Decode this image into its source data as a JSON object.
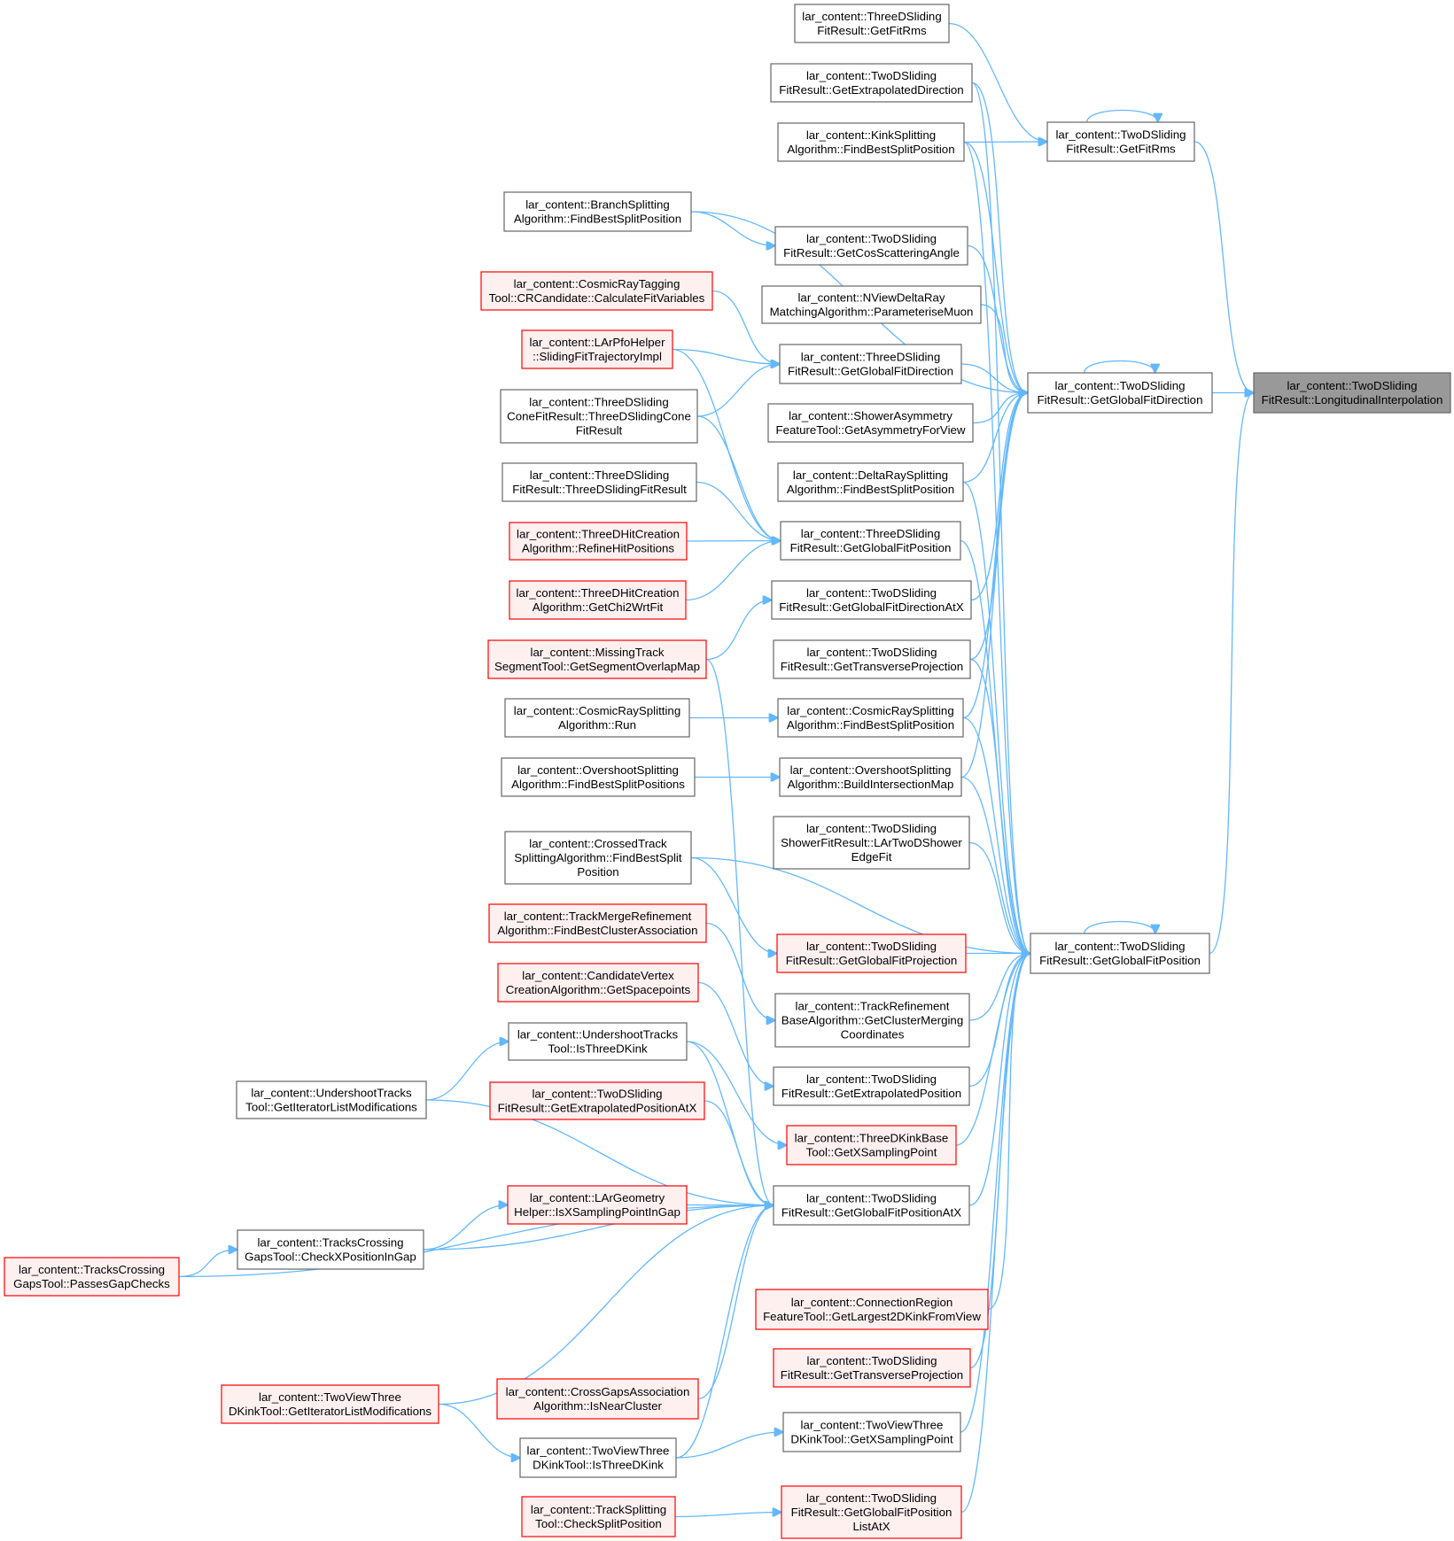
{
  "colors": {
    "edge": "#63b8ff",
    "node_border": "#666666",
    "node_fill": "#ffffff",
    "truncated_border": "#ff0000",
    "truncated_fill": "#fff0f0",
    "root_fill": "#999999"
  },
  "nodes": {
    "root": {
      "lines": [
        "lar_content::TwoDSliding",
        "FitResult::LongitudinalInterpolation"
      ],
      "style": "root"
    },
    "getGlobalFitDirection": {
      "lines": [
        "lar_content::TwoDSliding",
        "FitResult::GetGlobalFitDirection"
      ],
      "style": "normal"
    },
    "getGlobalFitPosition": {
      "lines": [
        "lar_content::TwoDSliding",
        "FitResult::GetGlobalFitPosition"
      ],
      "style": "normal"
    },
    "getFitRms2D": {
      "lines": [
        "lar_content::TwoDSliding",
        "FitResult::GetFitRms"
      ],
      "style": "normal"
    },
    "getFitRms3D": {
      "lines": [
        "lar_content::ThreeDSliding",
        "FitResult::GetFitRms"
      ],
      "style": "normal"
    },
    "getExtrapolatedDirection": {
      "lines": [
        "lar_content::TwoDSliding",
        "FitResult::GetExtrapolatedDirection"
      ],
      "style": "normal"
    },
    "kinkFindBestSplit": {
      "lines": [
        "lar_content::KinkSplitting",
        "Algorithm::FindBestSplitPosition"
      ],
      "style": "normal"
    },
    "branchFindBestSplit": {
      "lines": [
        "lar_content::BranchSplitting",
        "Algorithm::FindBestSplitPosition"
      ],
      "style": "normal"
    },
    "getCosScatteringAngle": {
      "lines": [
        "lar_content::TwoDSliding",
        "FitResult::GetCosScatteringAngle"
      ],
      "style": "normal"
    },
    "crCandidate": {
      "lines": [
        "lar_content::CosmicRayTagging",
        "Tool::CRCandidate::CalculateFitVariables"
      ],
      "style": "truncated"
    },
    "nviewParameterise": {
      "lines": [
        "lar_content::NViewDeltaRay",
        "MatchingAlgorithm::ParameteriseMuon"
      ],
      "style": "normal"
    },
    "pfoSlidingFit": {
      "lines": [
        "lar_content::LArPfoHelper",
        "::SlidingFitTrajectoryImpl"
      ],
      "style": "truncated"
    },
    "threeDGlobalFitDirection": {
      "lines": [
        "lar_content::ThreeDSliding",
        "FitResult::GetGlobalFitDirection"
      ],
      "style": "normal"
    },
    "threeDConeFitResult": {
      "lines": [
        "lar_content::ThreeDSliding",
        "ConeFitResult::ThreeDSlidingCone",
        "FitResult"
      ],
      "style": "normal"
    },
    "showerAsymmetry": {
      "lines": [
        "lar_content::ShowerAsymmetry",
        "FeatureTool::GetAsymmetryForView"
      ],
      "style": "normal"
    },
    "threeDCtor": {
      "lines": [
        "lar_content::ThreeDSliding",
        "FitResult::ThreeDSlidingFitResult"
      ],
      "style": "normal"
    },
    "deltaRayFindBestSplit": {
      "lines": [
        "lar_content::DeltaRaySplitting",
        "Algorithm::FindBestSplitPosition"
      ],
      "style": "normal"
    },
    "refineHitPositions": {
      "lines": [
        "lar_content::ThreeDHitCreation",
        "Algorithm::RefineHitPositions"
      ],
      "style": "truncated"
    },
    "threeDGlobalFitPosition": {
      "lines": [
        "lar_content::ThreeDSliding",
        "FitResult::GetGlobalFitPosition"
      ],
      "style": "normal"
    },
    "getChi2WrtFit": {
      "lines": [
        "lar_content::ThreeDHitCreation",
        "Algorithm::GetChi2WrtFit"
      ],
      "style": "truncated"
    },
    "getGlobalFitDirectionAtX": {
      "lines": [
        "lar_content::TwoDSliding",
        "FitResult::GetGlobalFitDirectionAtX"
      ],
      "style": "normal"
    },
    "missingTrackSegment": {
      "lines": [
        "lar_content::MissingTrack",
        "SegmentTool::GetSegmentOverlapMap"
      ],
      "style": "truncated"
    },
    "getTransverseProjection": {
      "lines": [
        "lar_content::TwoDSliding",
        "FitResult::GetTransverseProjection"
      ],
      "style": "normal"
    },
    "cosmicRaySplitRun": {
      "lines": [
        "lar_content::CosmicRaySplitting",
        "Algorithm::Run"
      ],
      "style": "normal"
    },
    "cosmicRayFindBestSplit": {
      "lines": [
        "lar_content::CosmicRaySplitting",
        "Algorithm::FindBestSplitPosition"
      ],
      "style": "normal"
    },
    "overshootFindBestSplits": {
      "lines": [
        "lar_content::OvershootSplitting",
        "Algorithm::FindBestSplitPositions"
      ],
      "style": "normal"
    },
    "overshootBuildIntersection": {
      "lines": [
        "lar_content::OvershootSplitting",
        "Algorithm::BuildIntersectionMap"
      ],
      "style": "normal"
    },
    "showerEdgeFit": {
      "lines": [
        "lar_content::TwoDSliding",
        "ShowerFitResult::LArTwoDShower",
        "EdgeFit"
      ],
      "style": "normal"
    },
    "crossedTrackFindBestSplit": {
      "lines": [
        "lar_content::CrossedTrack",
        "SplittingAlgorithm::FindBestSplit",
        "Position"
      ],
      "style": "normal"
    },
    "trackMergeRefinement": {
      "lines": [
        "lar_content::TrackMergeRefinement",
        "Algorithm::FindBestClusterAssociation"
      ],
      "style": "truncated"
    },
    "getGlobalFitProjection": {
      "lines": [
        "lar_content::TwoDSliding",
        "FitResult::GetGlobalFitProjection"
      ],
      "style": "truncated"
    },
    "candidateVertex": {
      "lines": [
        "lar_content::CandidateVertex",
        "CreationAlgorithm::GetSpacepoints"
      ],
      "style": "truncated"
    },
    "trackRefinementBase": {
      "lines": [
        "lar_content::TrackRefinement",
        "BaseAlgorithm::GetClusterMerging",
        "Coordinates"
      ],
      "style": "normal"
    },
    "undershootIsThreeDKink": {
      "lines": [
        "lar_content::UndershootTracks",
        "Tool::IsThreeDKink"
      ],
      "style": "normal"
    },
    "getExtrapolatedPosition": {
      "lines": [
        "lar_content::TwoDSliding",
        "FitResult::GetExtrapolatedPosition"
      ],
      "style": "normal"
    },
    "undershootGetIterator": {
      "lines": [
        "lar_content::UndershootTracks",
        "Tool::GetIteratorListModifications"
      ],
      "style": "normal"
    },
    "getExtrapolatedPositionAtX": {
      "lines": [
        "lar_content::TwoDSliding",
        "FitResult::GetExtrapolatedPositionAtX"
      ],
      "style": "truncated"
    },
    "threeDKinkBase": {
      "lines": [
        "lar_content::ThreeDKinkBase",
        "Tool::GetXSamplingPoint"
      ],
      "style": "truncated"
    },
    "larGeometryHelper": {
      "lines": [
        "lar_content::LArGeometry",
        "Helper::IsXSamplingPointInGap"
      ],
      "style": "truncated"
    },
    "getGlobalFitPositionAtX": {
      "lines": [
        "lar_content::TwoDSliding",
        "FitResult::GetGlobalFitPositionAtX"
      ],
      "style": "normal"
    },
    "tracksCrossingCheck": {
      "lines": [
        "lar_content::TracksCrossing",
        "GapsTool::CheckXPositionInGap"
      ],
      "style": "normal"
    },
    "tracksCrossingPasses": {
      "lines": [
        "lar_content::TracksCrossing",
        "GapsTool::PassesGapChecks"
      ],
      "style": "truncated"
    },
    "connectionRegion": {
      "lines": [
        "lar_content::ConnectionRegion",
        "FeatureTool::GetLargest2DKinkFromView"
      ],
      "style": "truncated"
    },
    "getTransverseProjectionRed": {
      "lines": [
        "lar_content::TwoDSliding",
        "FitResult::GetTransverseProjection"
      ],
      "style": "truncated"
    },
    "twoViewGetIterator": {
      "lines": [
        "lar_content::TwoViewThree",
        "DKinkTool::GetIteratorListModifications"
      ],
      "style": "truncated"
    },
    "crossGapsIsNear": {
      "lines": [
        "lar_content::CrossGapsAssociation",
        "Algorithm::IsNearCluster"
      ],
      "style": "truncated"
    },
    "twoViewGetXSampling": {
      "lines": [
        "lar_content::TwoViewThree",
        "DKinkTool::GetXSamplingPoint"
      ],
      "style": "normal"
    },
    "twoViewIsThreeDKink": {
      "lines": [
        "lar_content::TwoViewThree",
        "DKinkTool::IsThreeDKink"
      ],
      "style": "normal"
    },
    "trackSplittingCheck": {
      "lines": [
        "lar_content::TrackSplitting",
        "Tool::CheckSplitPosition"
      ],
      "style": "truncated"
    },
    "getGlobalFitPositionListAtX": {
      "lines": [
        "lar_content::TwoDSliding",
        "FitResult::GetGlobalFitPosition",
        "ListAtX"
      ],
      "style": "truncated"
    }
  },
  "edges": [
    [
      "getGlobalFitDirection",
      "root"
    ],
    [
      "getGlobalFitPosition",
      "root"
    ],
    [
      "getFitRms2D",
      "root"
    ],
    [
      "getFitRms3D",
      "getFitRms2D"
    ],
    [
      "kinkFindBestSplit",
      "getFitRms2D"
    ],
    [
      "getFitRms2D",
      "getFitRms2D"
    ],
    [
      "getExtrapolatedDirection",
      "getGlobalFitDirection"
    ],
    [
      "kinkFindBestSplit",
      "getGlobalFitDirection"
    ],
    [
      "branchFindBestSplit",
      "getGlobalFitDirection"
    ],
    [
      "getCosScatteringAngle",
      "getGlobalFitDirection"
    ],
    [
      "nviewParameterise",
      "getGlobalFitDirection"
    ],
    [
      "threeDGlobalFitDirection",
      "getGlobalFitDirection"
    ],
    [
      "showerAsymmetry",
      "getGlobalFitDirection"
    ],
    [
      "deltaRayFindBestSplit",
      "getGlobalFitDirection"
    ],
    [
      "getGlobalFitDirectionAtX",
      "getGlobalFitDirection"
    ],
    [
      "getTransverseProjection",
      "getGlobalFitDirection"
    ],
    [
      "cosmicRayFindBestSplit",
      "getGlobalFitDirection"
    ],
    [
      "overshootBuildIntersection",
      "getGlobalFitDirection"
    ],
    [
      "getGlobalFitDirection",
      "getGlobalFitDirection"
    ],
    [
      "branchFindBestSplit",
      "getCosScatteringAngle"
    ],
    [
      "crCandidate",
      "threeDGlobalFitDirection"
    ],
    [
      "pfoSlidingFit",
      "threeDGlobalFitDirection"
    ],
    [
      "threeDConeFitResult",
      "threeDGlobalFitDirection"
    ],
    [
      "pfoSlidingFit",
      "threeDGlobalFitPosition"
    ],
    [
      "threeDCtor",
      "threeDGlobalFitPosition"
    ],
    [
      "refineHitPositions",
      "threeDGlobalFitPosition"
    ],
    [
      "getChi2WrtFit",
      "threeDGlobalFitPosition"
    ],
    [
      "threeDConeFitResult",
      "threeDGlobalFitPosition"
    ],
    [
      "missingTrackSegment",
      "getGlobalFitDirectionAtX"
    ],
    [
      "cosmicRaySplitRun",
      "cosmicRayFindBestSplit"
    ],
    [
      "overshootFindBestSplits",
      "overshootBuildIntersection"
    ],
    [
      "getExtrapolatedDirection",
      "getGlobalFitPosition"
    ],
    [
      "kinkFindBestSplit",
      "getGlobalFitPosition"
    ],
    [
      "deltaRayFindBestSplit",
      "getGlobalFitPosition"
    ],
    [
      "threeDGlobalFitPosition",
      "getGlobalFitPosition"
    ],
    [
      "getTransverseProjection",
      "getGlobalFitPosition"
    ],
    [
      "cosmicRayFindBestSplit",
      "getGlobalFitPosition"
    ],
    [
      "overshootBuildIntersection",
      "getGlobalFitPosition"
    ],
    [
      "showerEdgeFit",
      "getGlobalFitPosition"
    ],
    [
      "crossedTrackFindBestSplit",
      "getGlobalFitPosition"
    ],
    [
      "crossedTrackFindBestSplit",
      "getGlobalFitProjection"
    ],
    [
      "getGlobalFitProjection",
      "getGlobalFitPosition"
    ],
    [
      "trackMergeRefinement",
      "trackRefinementBase"
    ],
    [
      "trackRefinementBase",
      "getGlobalFitPosition"
    ],
    [
      "candidateVertex",
      "getExtrapolatedPosition"
    ],
    [
      "getExtrapolatedPosition",
      "getGlobalFitPosition"
    ],
    [
      "threeDKinkBase",
      "getGlobalFitPosition"
    ],
    [
      "getGlobalFitPositionAtX",
      "getGlobalFitPosition"
    ],
    [
      "connectionRegion",
      "getGlobalFitPosition"
    ],
    [
      "getTransverseProjectionRed",
      "getGlobalFitPosition"
    ],
    [
      "twoViewGetXSampling",
      "getGlobalFitPosition"
    ],
    [
      "getGlobalFitPositionListAtX",
      "getGlobalFitPosition"
    ],
    [
      "getGlobalFitPosition",
      "getGlobalFitPosition"
    ],
    [
      "undershootGetIterator",
      "undershootIsThreeDKink"
    ],
    [
      "undershootIsThreeDKink",
      "threeDKinkBase"
    ],
    [
      "undershootIsThreeDKink",
      "getGlobalFitPositionAtX"
    ],
    [
      "undershootGetIterator",
      "getGlobalFitPositionAtX"
    ],
    [
      "missingTrackSegment",
      "getGlobalFitPositionAtX"
    ],
    [
      "getExtrapolatedPositionAtX",
      "getGlobalFitPositionAtX"
    ],
    [
      "larGeometryHelper",
      "getGlobalFitPositionAtX"
    ],
    [
      "tracksCrossingCheck",
      "larGeometryHelper"
    ],
    [
      "tracksCrossingCheck",
      "getGlobalFitPositionAtX"
    ],
    [
      "tracksCrossingPasses",
      "tracksCrossingCheck"
    ],
    [
      "tracksCrossingPasses",
      "getGlobalFitPositionAtX"
    ],
    [
      "twoViewGetIterator",
      "getGlobalFitPositionAtX"
    ],
    [
      "crossGapsIsNear",
      "getGlobalFitPositionAtX"
    ],
    [
      "twoViewGetIterator",
      "twoViewIsThreeDKink"
    ],
    [
      "twoViewIsThreeDKink",
      "getGlobalFitPositionAtX"
    ],
    [
      "twoViewIsThreeDKink",
      "twoViewGetXSampling"
    ],
    [
      "trackSplittingCheck",
      "getGlobalFitPositionListAtX"
    ]
  ]
}
